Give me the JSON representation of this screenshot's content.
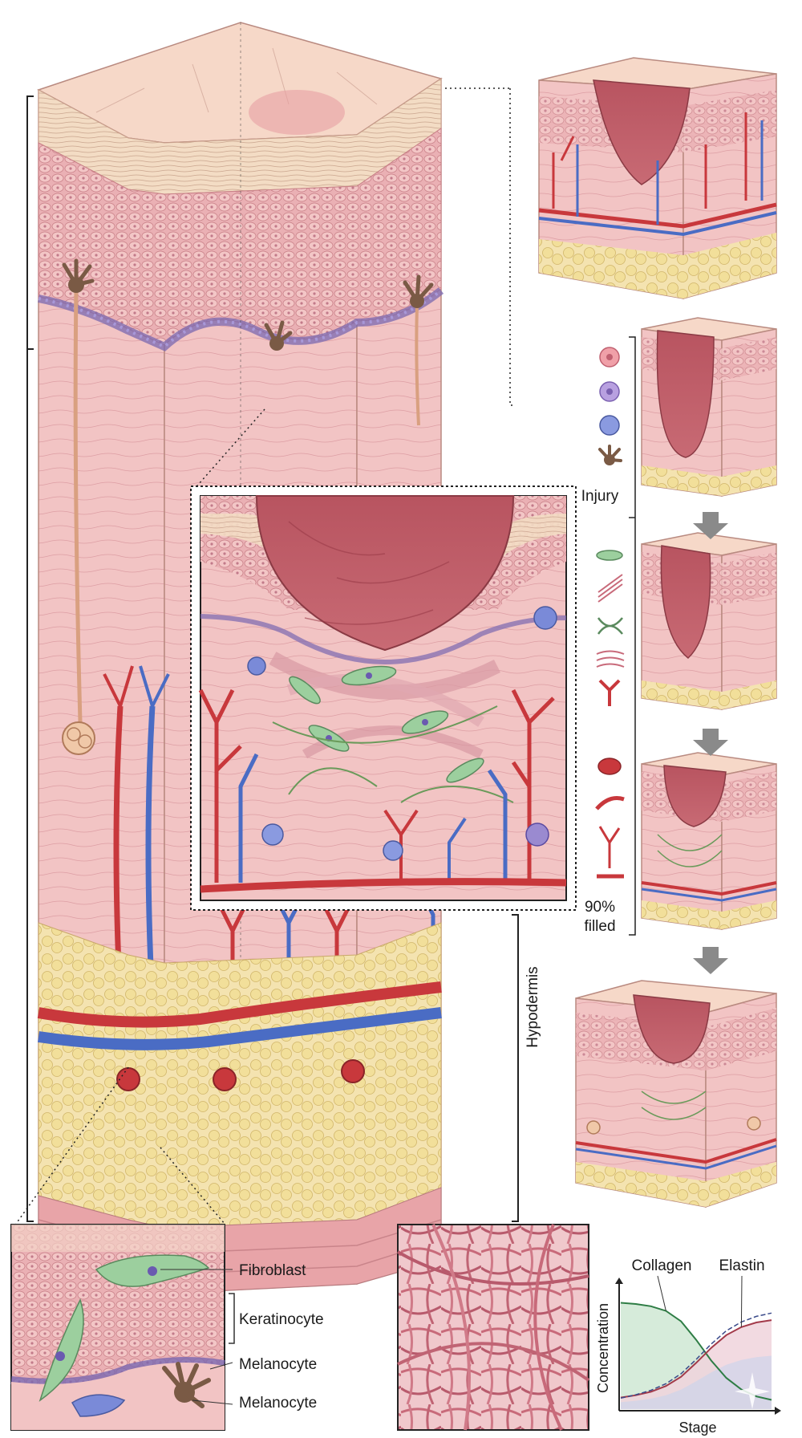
{
  "labels": {
    "injury": "Injury",
    "percent": "90%",
    "filled": "filled",
    "hypodermis": "Hypodermis",
    "fibroblast": "Fibroblast",
    "keratinocyte": "Keratinocyte",
    "melanocyte_1": "Melanocyte",
    "melanocyte_2": "Melanocyte"
  },
  "chart_data": {
    "type": "line",
    "xlabel": "Stage",
    "ylabel": "Concentration",
    "series": [
      {
        "name": "Collagen",
        "x": [
          0,
          1,
          2,
          3,
          4,
          5,
          6,
          7,
          8,
          9,
          10
        ],
        "values": [
          0.92,
          0.91,
          0.89,
          0.85,
          0.76,
          0.6,
          0.42,
          0.27,
          0.17,
          0.11,
          0.08
        ],
        "color": "#2e7d45"
      },
      {
        "name": "Elastin",
        "x": [
          0,
          1,
          2,
          3,
          4,
          5,
          6,
          7,
          8,
          9,
          10
        ],
        "values": [
          0.1,
          0.12,
          0.15,
          0.2,
          0.28,
          0.4,
          0.53,
          0.64,
          0.71,
          0.75,
          0.77
        ],
        "color": "#a33a4a"
      }
    ]
  },
  "colors": {
    "skin_pink": "#f2c4c4",
    "epidermis": "#e9a7ad",
    "stratum": "#f3dcc4",
    "artery": "#c8383c",
    "vein": "#4a6cc4",
    "fat": "#f0dc9c",
    "fibroblast": "#9ccf9e",
    "basal_cell": "#9a8ad0",
    "melanocyte": "#7a5a45"
  }
}
